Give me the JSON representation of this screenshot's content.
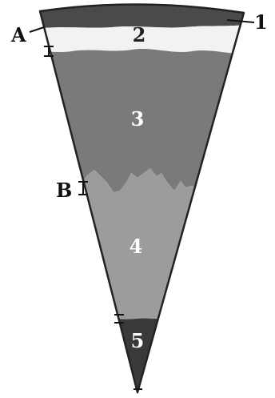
{
  "layers": [
    {
      "id": "1",
      "label": "1",
      "color": "#4a4a4a"
    },
    {
      "id": "2",
      "label": "2",
      "color": "#f2f2f2"
    },
    {
      "id": "3",
      "label": "3",
      "color": "#7a7a7a"
    },
    {
      "id": "4",
      "label": "4",
      "color": "#9c9c9c"
    },
    {
      "id": "5",
      "label": "5",
      "color": "#3a3a3a"
    }
  ],
  "boundaries": [
    {
      "id": "A",
      "label": "A"
    },
    {
      "id": "B",
      "label": "B"
    }
  ],
  "outline_color": "#222222"
}
